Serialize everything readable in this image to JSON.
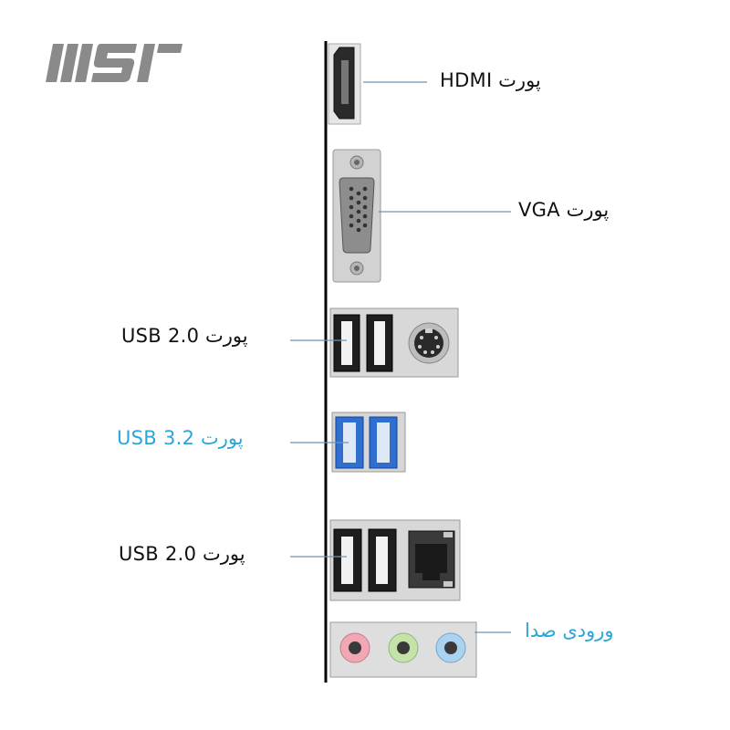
{
  "brand": {
    "logo_text": "MSI"
  },
  "ports": [
    {
      "label": "پورت HDMI",
      "color": "#111111"
    },
    {
      "label": "پورت  VGA",
      "color": "#111111"
    },
    {
      "label": "پورت USB 2.0",
      "color": "#111111"
    },
    {
      "label": "پورت USB 3.2",
      "color": "#2aa6d8"
    },
    {
      "label": "پورت USB 2.0",
      "color": "#111111"
    },
    {
      "label": "ورودی صدا",
      "color": "#2aa6d8"
    }
  ],
  "colors": {
    "panel_line": "#000000",
    "leader_line": "#6b95b8",
    "metal": "#d4d4d4",
    "usb3_blue": "#2f6fd0",
    "audio_pink": "#f2a7b5",
    "audio_green": "#c5e3a8",
    "audio_blue": "#a9d3ee"
  }
}
